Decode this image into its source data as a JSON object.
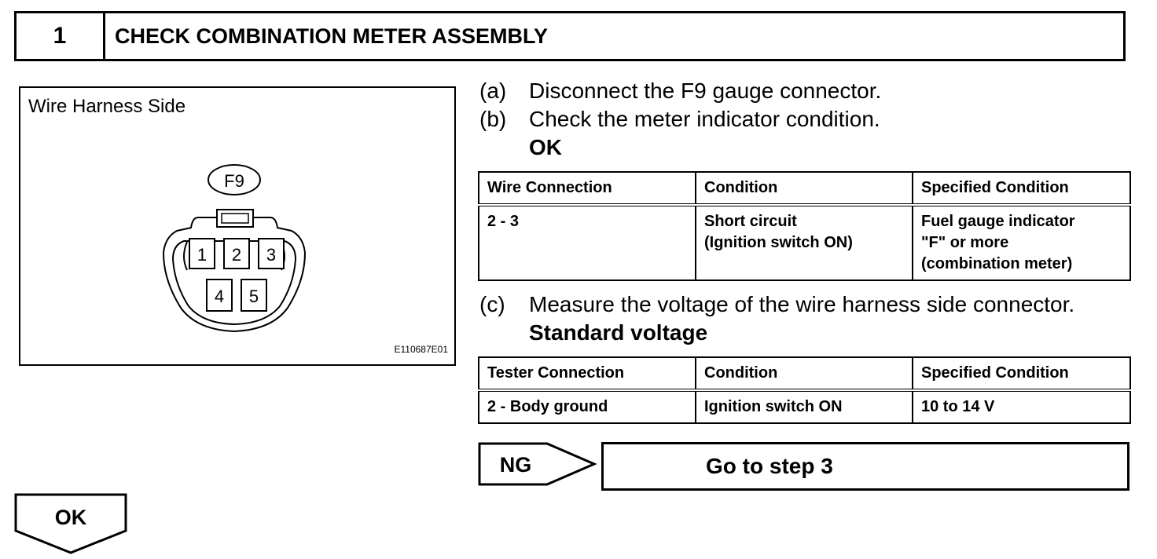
{
  "header": {
    "step_number": "1",
    "title": "CHECK COMBINATION METER ASSEMBLY"
  },
  "figure": {
    "caption": "Wire Harness Side",
    "connector_label": "F9",
    "pins": [
      "1",
      "2",
      "3",
      "4",
      "5"
    ],
    "image_code": "E110687E01"
  },
  "steps": [
    {
      "label": "(a)",
      "text": "Disconnect the F9 gauge connector."
    },
    {
      "label": "(b)",
      "text": "Check the meter indicator condition."
    },
    {
      "label": "(c)",
      "text": "Measure the voltage of the wire harness side connector."
    }
  ],
  "ok_heading": "OK",
  "table1": {
    "headers": [
      "Wire Connection",
      "Condition",
      "Specified Condition"
    ],
    "rows": [
      [
        "2 - 3",
        "Short circuit\n(Ignition switch ON)",
        "Fuel gauge indicator\n\"F\" or more\n(combination meter)"
      ]
    ]
  },
  "standard_heading": "Standard voltage",
  "table2": {
    "headers": [
      "Tester Connection",
      "Condition",
      "Specified Condition"
    ],
    "rows": [
      [
        "2 - Body ground",
        "Ignition switch ON",
        "10 to 14 V"
      ]
    ]
  },
  "ng": {
    "label": "NG",
    "action": "Go to step 3"
  },
  "ok_arrow": {
    "label": "OK"
  }
}
